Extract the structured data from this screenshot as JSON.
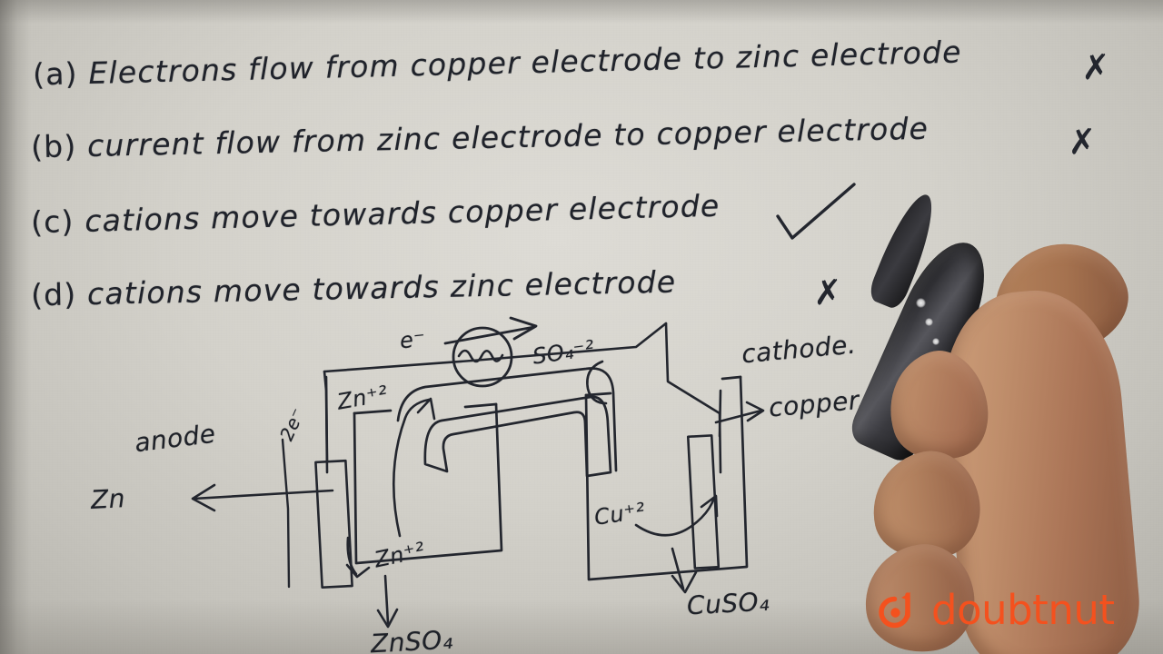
{
  "scene": {
    "kind": "handwritten-notebook-photo",
    "paper_color": "#d4d2cb",
    "ink_color": "#23262e"
  },
  "question_options": [
    {
      "label": "(a)",
      "text": "Electrons flow from copper electrode to zinc electrode",
      "mark": "✗",
      "mark_name": "cross-mark"
    },
    {
      "label": "(b)",
      "text": "current flow from zinc electrode to copper electrode",
      "mark": "✗",
      "mark_name": "cross-mark"
    },
    {
      "label": "(c)",
      "text": "cations move towards copper electrode",
      "mark": "✓",
      "mark_name": "check-mark"
    },
    {
      "label": "(d)",
      "text": "cations move towards zinc electrode",
      "mark": "✗",
      "mark_name": "cross-mark"
    }
  ],
  "diagram": {
    "title": "galvanic-cell",
    "labels": {
      "electron_flow": "e⁻",
      "sulfate_ion": "SO₄⁻²",
      "two_electrons": "2e⁻",
      "zinc_ion_top": "Zn⁺²",
      "zinc_ion_bottom": "Zn⁺²",
      "copper_ion": "Cu⁺²",
      "anode": "anode",
      "anode_metal": "Zn",
      "cathode": "cathode.",
      "cathode_metal": "copper.",
      "left_solution": "ZnSO₄",
      "right_solution": "CuSO₄"
    }
  },
  "watermark": {
    "brand": "doubtnut",
    "color": "#F4511E",
    "logo_name": "doubtnut-logo"
  },
  "foreground": {
    "hand": "hand-holding-pen",
    "pen": "black-marker-pen"
  }
}
